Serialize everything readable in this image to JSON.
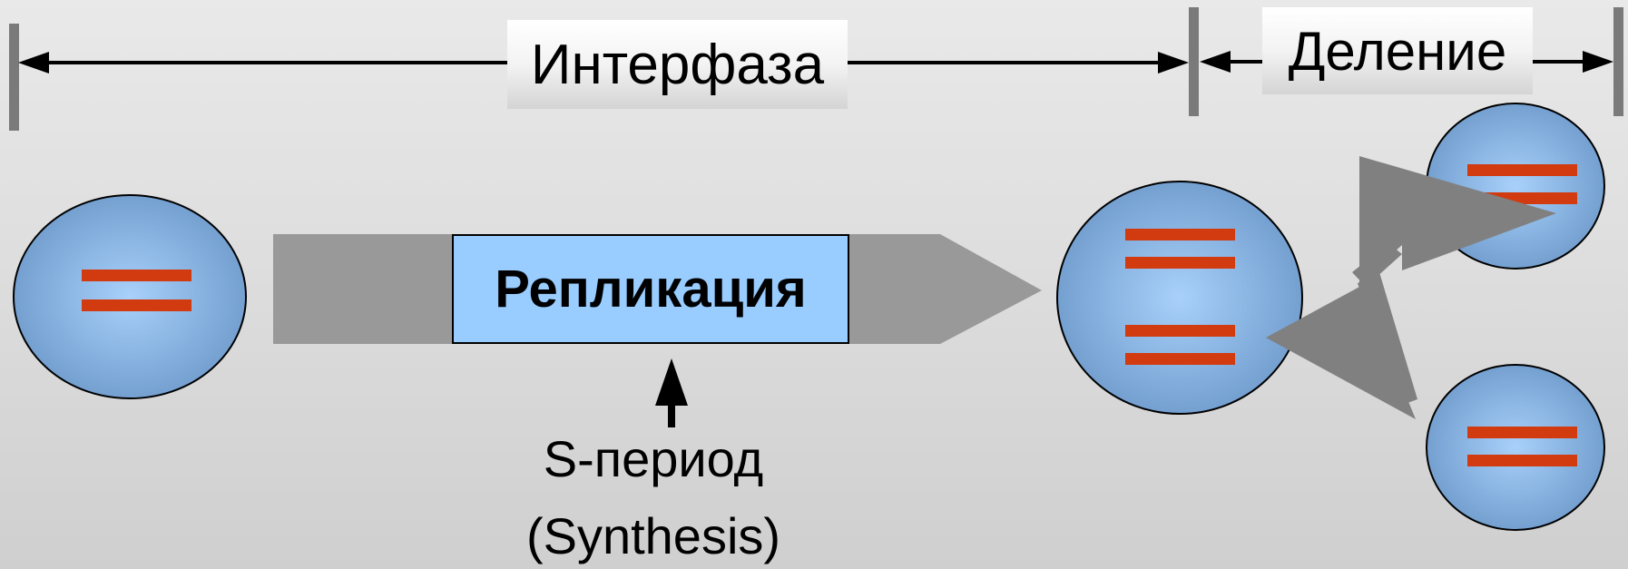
{
  "labels": {
    "interphase": "Интерфаза",
    "division": "Деление",
    "replication": "Репликация",
    "s_period": "S-период",
    "synthesis": "(Synthesis)"
  },
  "colors": {
    "cell_center": "#a8d0fa",
    "cell_edge": "#6f9bcc",
    "chromosome": "#d23a10",
    "gray_arrow": "#999999",
    "dark_gray_arrow": "#808080",
    "replication_fill": "#99ccff"
  },
  "icons": {
    "chromosome": "chromosome-bars-icon",
    "cell": "cell-icon"
  }
}
